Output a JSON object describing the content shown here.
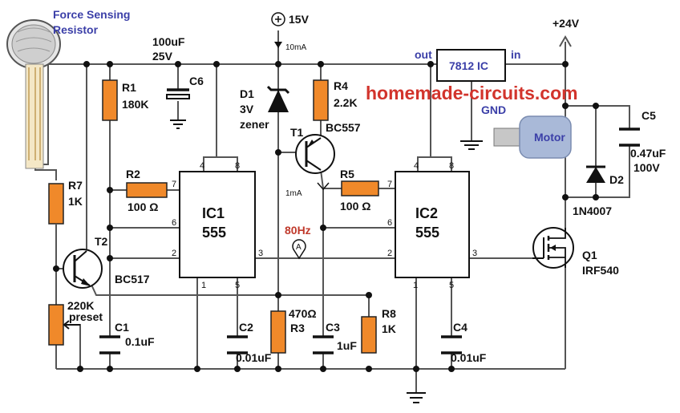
{
  "colors": {
    "wire": "#555555",
    "resistor": "#f0892a",
    "watermark": "#d2342c",
    "label_blue": "#3b3fa8",
    "label_red": "#c0392b",
    "motor": "#a9b9d8"
  },
  "labels": {
    "fsr_title_1": "Force Sensing",
    "fsr_title_2": "Resistor",
    "c6_value_1": "100uF",
    "c6_value_2": "25V",
    "c6_name": "C6",
    "r1_name": "R1",
    "r1_value": "180K",
    "r2_name": "R2",
    "r2_value": "100 Ω",
    "r7_name": "R7",
    "r7_value": "1K",
    "t2_name": "T2",
    "t2_part": "BC517",
    "preset_value": "220K",
    "preset_name": "preset",
    "c1_name": "C1",
    "c1_value": "0.1uF",
    "ic1_name": "IC1",
    "ic1_part": "555",
    "supply_15v": "15V",
    "current_10ma": "10mA",
    "d1_name": "D1",
    "d1_volt": "3V",
    "d1_type": "zener",
    "r4_name": "R4",
    "r4_value": "2.2K",
    "t1_name": "T1",
    "t1_part": "BC557",
    "current_1ma": "1mA",
    "r5_name": "R5",
    "r5_value": "100 Ω",
    "freq": "80Hz",
    "probe": "A",
    "c2_name": "C2",
    "c2_value": "0.01uF",
    "r3_value": "470Ω",
    "r3_name": "R3",
    "c3_name": "C3",
    "c3_value": "1uF",
    "r8_name": "R8",
    "r8_value": "1K",
    "ic2_name": "IC2",
    "ic2_part": "555",
    "c4_name": "C4",
    "c4_value": "0.01uF",
    "reg_out": "out",
    "reg_name": "7812 IC",
    "reg_in": "in",
    "reg_gnd": "GND",
    "supply_24v": "+24V",
    "watermark": "homemade-circuits.com",
    "motor": "Motor",
    "c5_name": "C5",
    "c5_value_1": "0.47uF",
    "c5_value_2": "100V",
    "d2_name": "D2",
    "d2_part": "1N4007",
    "q1_name": "Q1",
    "q1_part": "IRF540"
  },
  "pins": {
    "ic1_p4": "4",
    "ic1_p8": "8",
    "ic1_p7": "7",
    "ic1_p6": "6",
    "ic1_p2": "2",
    "ic1_p3": "3",
    "ic1_p1": "1",
    "ic1_p5": "5",
    "ic2_p4": "4",
    "ic2_p8": "8",
    "ic2_p7": "7",
    "ic2_p6": "6",
    "ic2_p2": "2",
    "ic2_p3": "3",
    "ic2_p1": "1",
    "ic2_p5": "5"
  }
}
